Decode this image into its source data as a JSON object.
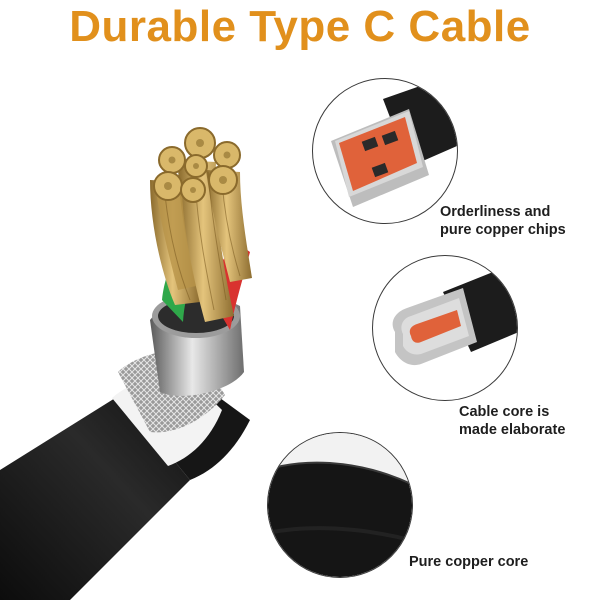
{
  "header": {
    "title": "Durable Type C Cable"
  },
  "features": [
    {
      "icon": "usb-a-connector-icon",
      "line1": "Orderliness and",
      "line2": "pure copper chips"
    },
    {
      "icon": "usb-c-connector-icon",
      "line1": "Cable core is",
      "line2": "made elaborate"
    },
    {
      "icon": "cable-cross-section-icon",
      "line1": "Pure copper core",
      "line2": ""
    }
  ],
  "colors": {
    "title": "#e1901c",
    "copper": "#c7a35a",
    "connector_inner": "#e0623a",
    "cable": "#1b1b1b",
    "wire_green": "#2fa84a",
    "wire_red": "#d9322f"
  }
}
